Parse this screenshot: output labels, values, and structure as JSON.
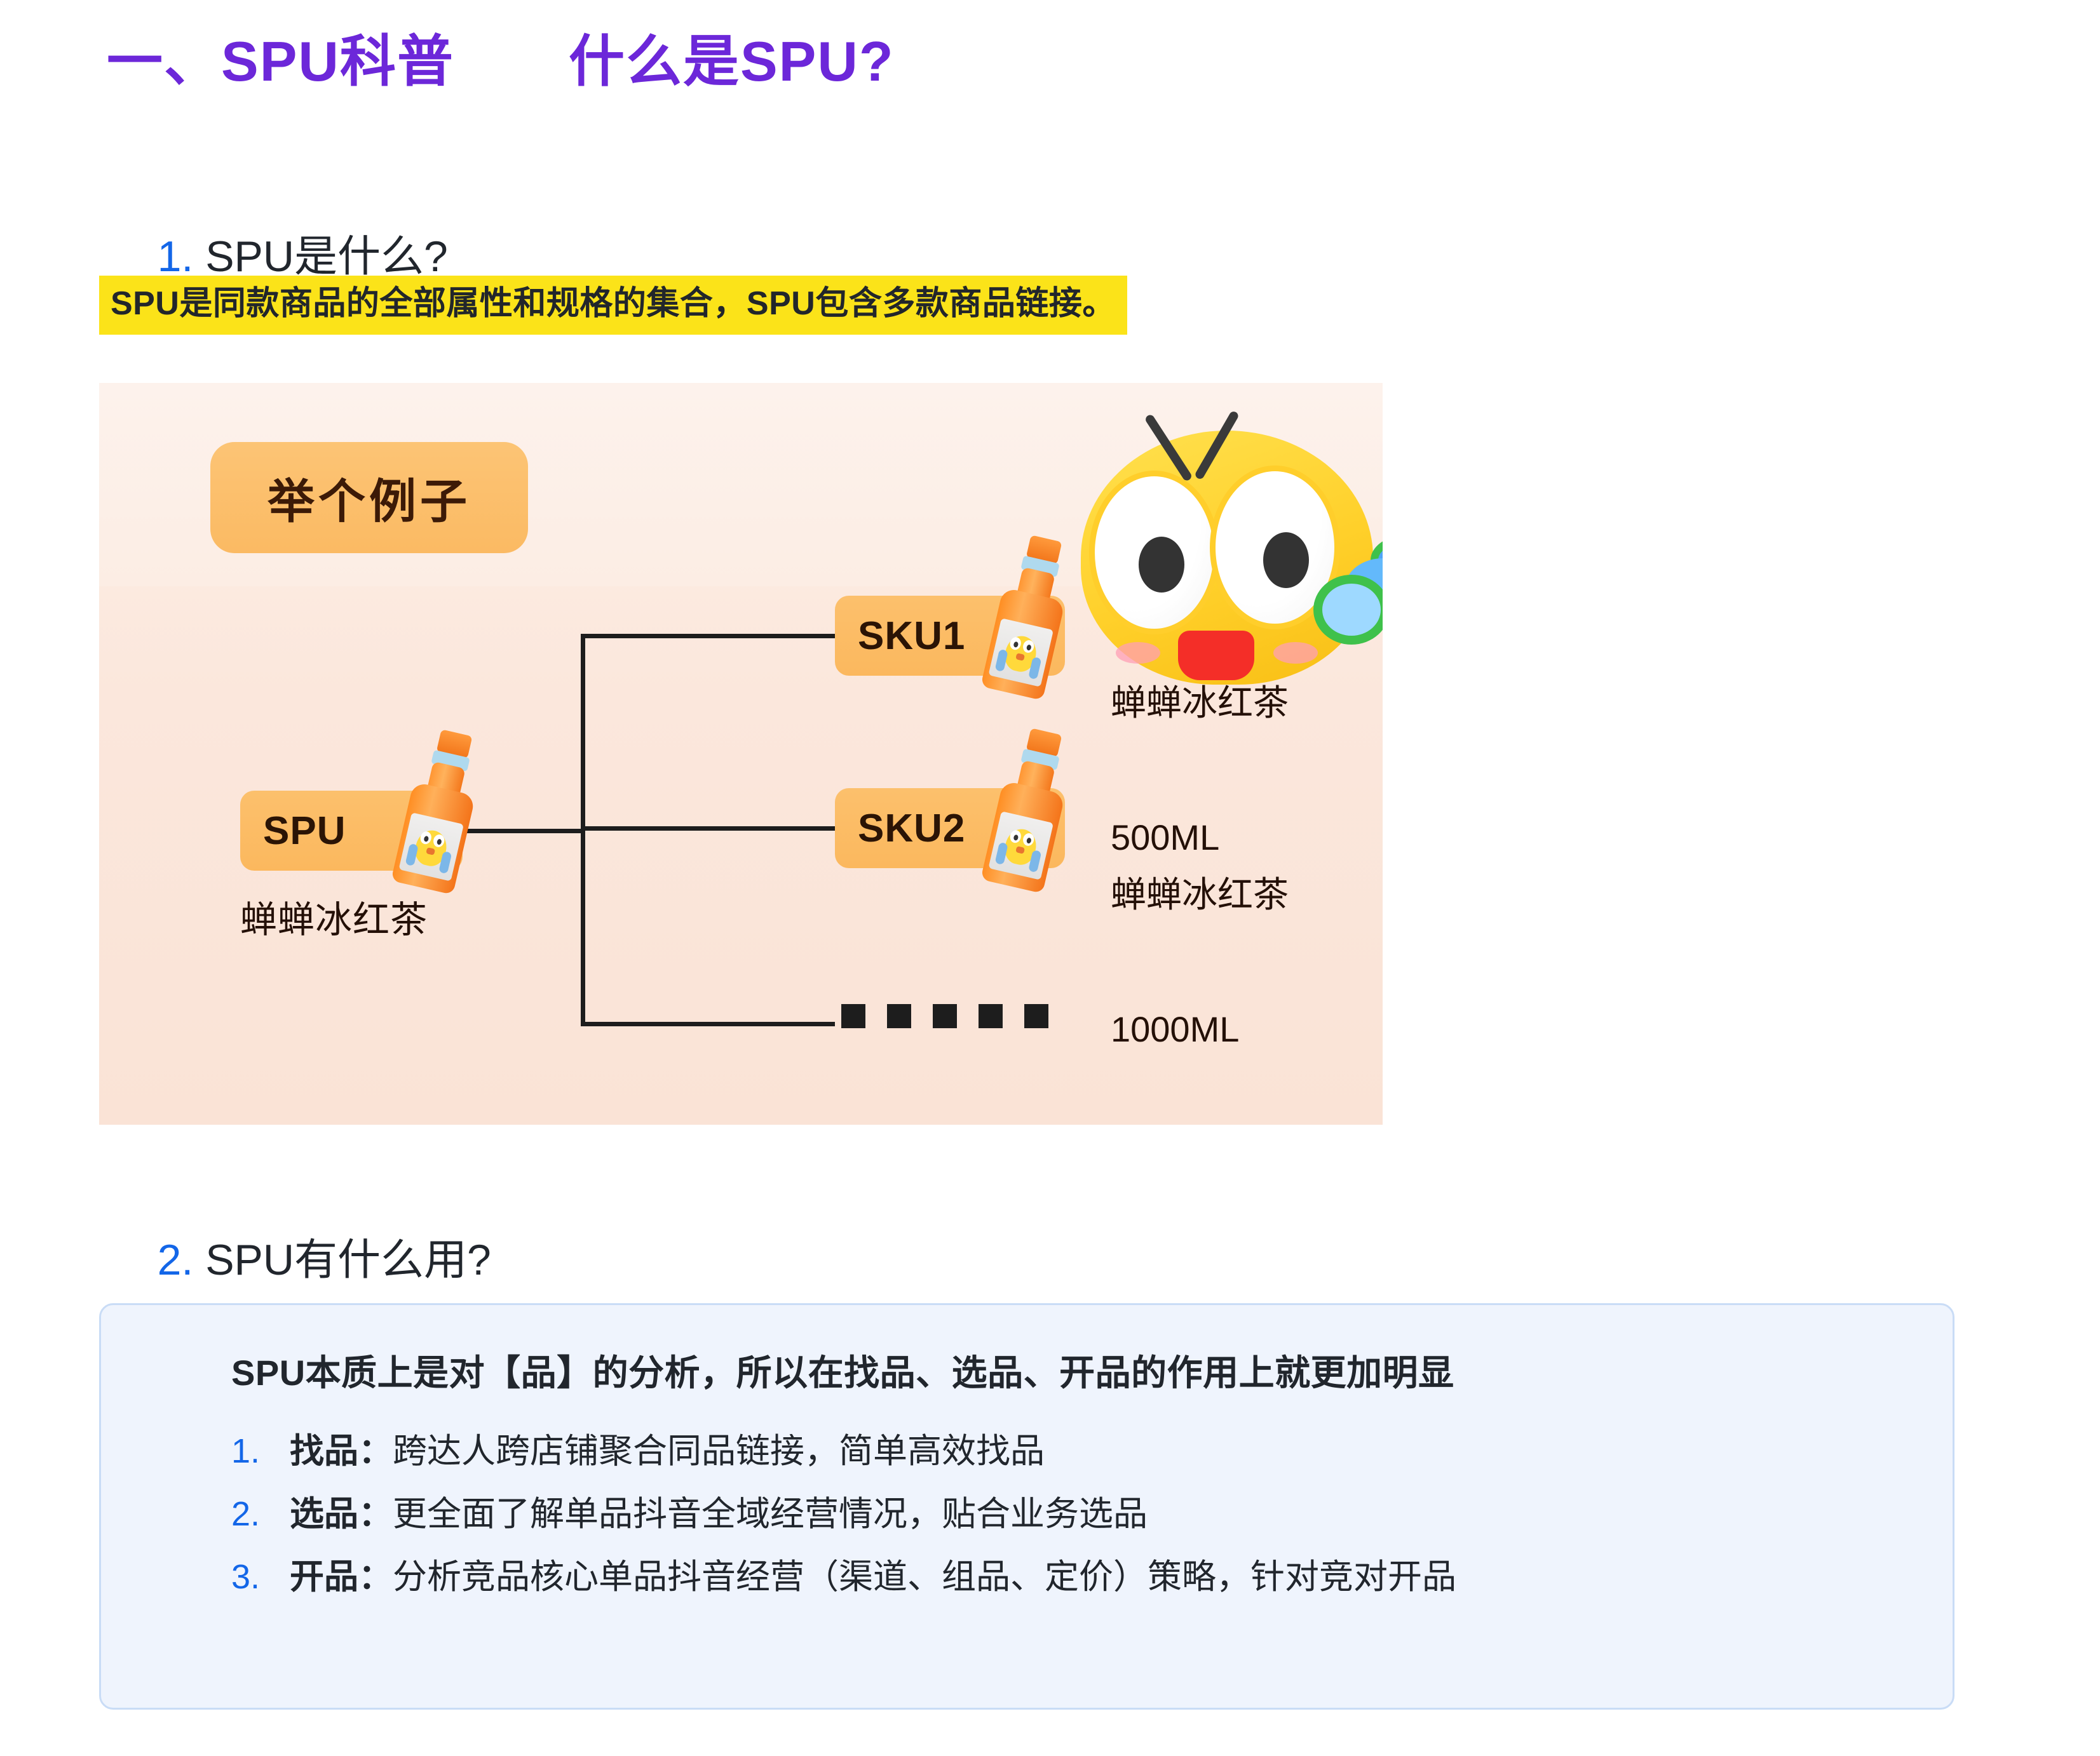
{
  "title": "一、SPU科普　　什么是SPU?",
  "colors": {
    "title_purple": "#6C27D9",
    "accent_blue": "#1366E8",
    "highlight_yellow": "#FBE319",
    "card_peach": "#FBE7DC",
    "badge_orange": "#FBBA63",
    "info_blue_bg": "#EFF4FD",
    "info_blue_border": "#C9DCF6"
  },
  "sections": [
    {
      "number": "1.",
      "heading": "SPU是什么?"
    },
    {
      "number": "2.",
      "heading": "SPU有什么用?"
    }
  ],
  "highlight": {
    "text": "SPU是同款商品的全部属性和规格的集合，SPU包含多款商品链接。"
  },
  "illustration": {
    "badge_label": "举个例子",
    "mascot_name": "yellow-mascot-with-telescope",
    "spu_node": {
      "label": "SPU",
      "caption": "蝉蝉冰红茶"
    },
    "sku_nodes": [
      {
        "label": "SKU1",
        "product_name": "蝉蝉冰红茶",
        "spec": "500ML"
      },
      {
        "label": "SKU2",
        "product_name": "蝉蝉冰红茶",
        "spec": "1000ML"
      }
    ],
    "more_indicator_dots": 5
  },
  "info_box": {
    "title": "SPU本质上是对【品】的分析，所以在找品、选品、开品的作用上就更加明显",
    "items": [
      {
        "index": "1.",
        "lead": "找品：",
        "body": "跨达人跨店铺聚合同品链接，简单高效找品"
      },
      {
        "index": "2.",
        "lead": "选品：",
        "body": "更全面了解单品抖音全域经营情况，贴合业务选品"
      },
      {
        "index": "3.",
        "lead": "开品：",
        "body": "分析竞品核心单品抖音经营（渠道、组品、定价）策略，针对竞对开品"
      }
    ]
  }
}
